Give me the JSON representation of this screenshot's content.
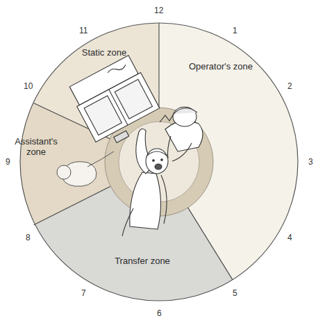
{
  "diagram": {
    "nodes": [
      {
        "text": [
          "Static zone"
        ]
      },
      {
        "text": [
          "Operator's zone"
        ]
      },
      {
        "text": [
          "Assistant's zone"
        ]
      },
      {
        "text": [
          "Transfer zone"
        ]
      }
    ],
    "labels": [
      "12",
      "1",
      "2",
      "3",
      "4",
      "5",
      "6",
      "7",
      "8",
      "9",
      "10",
      "11"
    ]
  }
}
